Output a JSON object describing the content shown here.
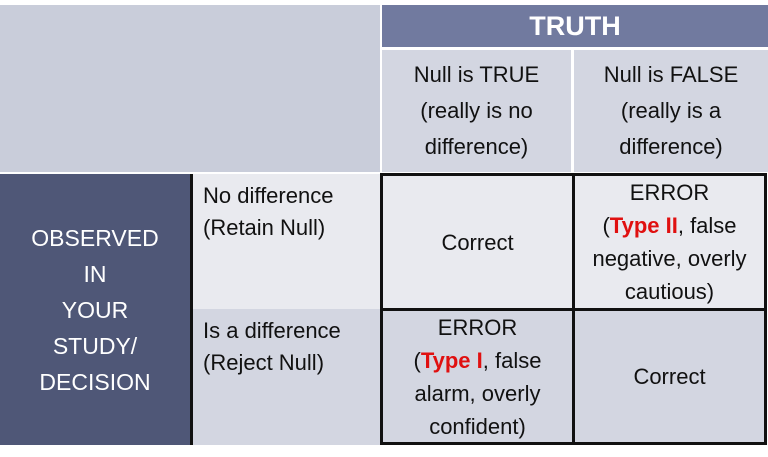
{
  "header": {
    "truth": "TRUTH"
  },
  "columns": [
    {
      "line1": "Null is TRUE",
      "line2": "(really is no",
      "line3": "difference)"
    },
    {
      "line1": "Null is FALSE",
      "line2": "(really is a",
      "line3": "difference)"
    }
  ],
  "observed": {
    "lines": [
      "OBSERVED",
      "IN",
      "YOUR",
      "STUDY/",
      "DECISION"
    ]
  },
  "rows": [
    {
      "line1": "No difference",
      "line2": "(Retain Null)"
    },
    {
      "line1": "Is a difference",
      "line2": "(Reject Null)"
    }
  ],
  "cells": {
    "r1c1": "Correct",
    "r1c2": {
      "title": "ERROR",
      "open": "(",
      "type": "Type II",
      "rest1": ", false",
      "rest2": "negative, overly",
      "rest3": "cautious)"
    },
    "r2c1": {
      "title": "ERROR",
      "open": "(",
      "type": "Type I",
      "rest1": ", false",
      "rest2": "alarm, overly",
      "rest3": "confident)"
    },
    "r2c2": "Correct"
  },
  "colors": {
    "header": "#717a9f",
    "observed": "#4f5777",
    "error_highlight": "#e01010"
  }
}
